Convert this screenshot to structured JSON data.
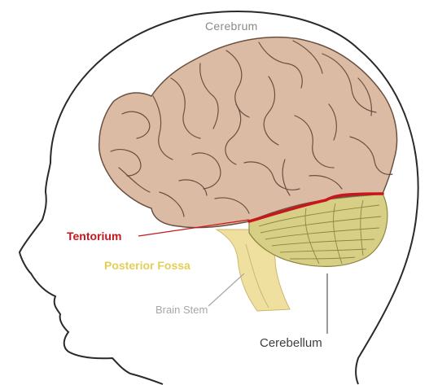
{
  "labels": {
    "cerebrum": "Cerebrum",
    "tentorium": "Tentorium",
    "posterior_fossa": "Posterior Fossa",
    "brain_stem": "Brain Stem",
    "cerebellum": "Cerebellum"
  },
  "colors": {
    "brain_fill": "#dcbba4",
    "brain_outline": "#6a5040",
    "cerebellum_fill": "#d6cf85",
    "brain_stem_fill": "#efe0a0",
    "tentorium": "#c8161d",
    "head_outline": "#2a2a2a",
    "cerebrum_label": "#8a8a8a",
    "posterior_fossa_label": "#e3cf55",
    "brain_stem_label": "#a8a8a8",
    "cerebellum_label": "#3e3e3e"
  }
}
